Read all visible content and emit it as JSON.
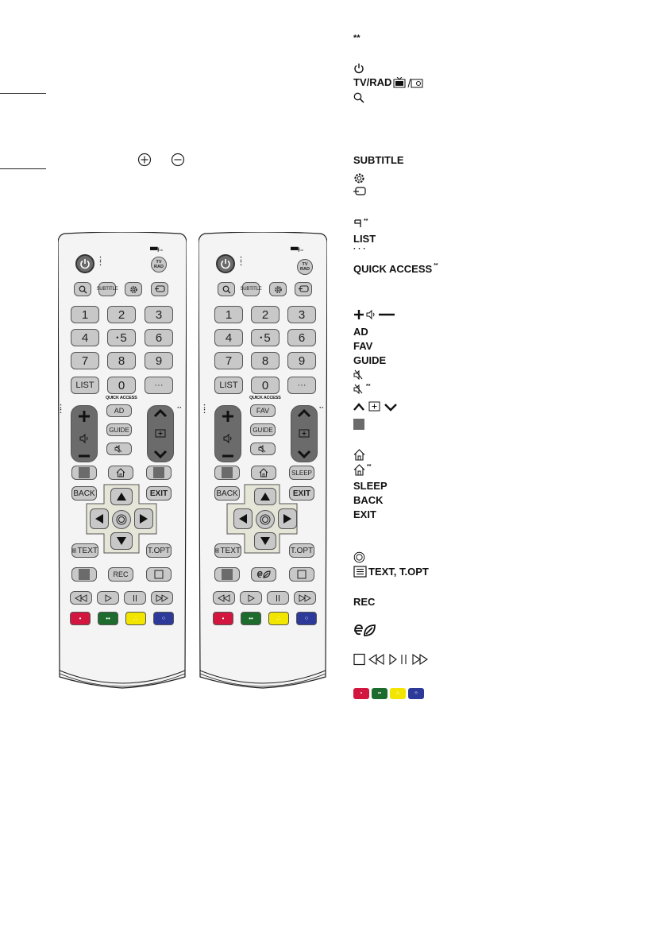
{
  "legend": {
    "asterisks": "**",
    "tvrad": "TV/RAD",
    "subtitle": "SUBTITLE",
    "nine_star": "**",
    "list": "LIST",
    "more": "· · ·",
    "quick_access": "QUICK ACCESS",
    "quick_access_star": "**",
    "ad": "AD",
    "fav": "FAV",
    "guide": "GUIDE",
    "mute_star": "**",
    "home_star": "**",
    "sleep": "SLEEP",
    "back": "BACK",
    "exit": "EXIT",
    "text_topt": "TEXT, T.OPT",
    "rec": "REC"
  },
  "remote": {
    "subtitle": "SUBTITLE",
    "keys": [
      "1",
      "2",
      "3",
      "4",
      "5",
      "6",
      "7",
      "8",
      "9"
    ],
    "list": "LIST",
    "zero": "0",
    "more": "···",
    "quick_access": "QUICK ACCESS",
    "ad": "AD",
    "fav": "FAV",
    "guide": "GUIDE",
    "sleep": "SLEEP",
    "back": "BACK",
    "exit": "EXIT",
    "text": "TEXT",
    "topt": "T.OPT",
    "rec": "REC",
    "tv": "TV",
    "rad": "RAD"
  },
  "colors": {
    "red": "#d3163f",
    "green": "#1e6b2e",
    "yellow": "#f2e600",
    "blue": "#2d3a9a",
    "button": "#c8c8c8",
    "dark_button": "#6b6b6b"
  }
}
